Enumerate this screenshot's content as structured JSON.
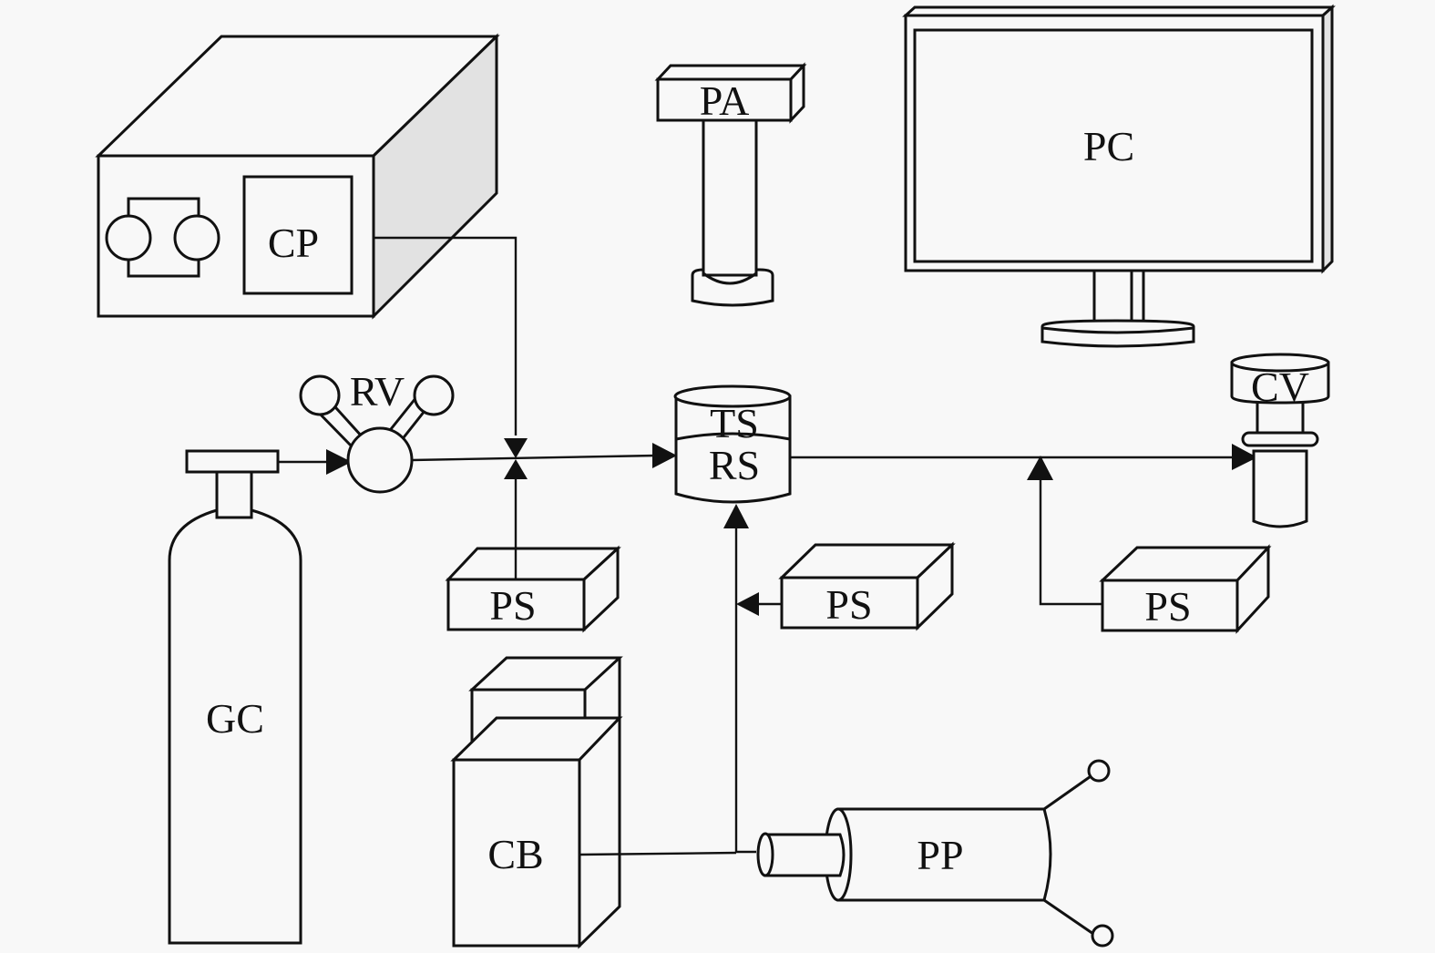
{
  "figure": {
    "type": "experimental-setup-schematic",
    "components": {
      "cp": {
        "label": "CP",
        "kind": "box-device-with-dual-gauge"
      },
      "pa": {
        "label": "PA",
        "kind": "stand"
      },
      "pc": {
        "label": "PC",
        "kind": "monitor"
      },
      "rv": {
        "label": "RV",
        "kind": "regulator-valve"
      },
      "ts": {
        "label": "TS",
        "kind": "cylinder-top"
      },
      "rs": {
        "label": "RS",
        "kind": "cylinder-bottom"
      },
      "cv": {
        "label": "CV",
        "kind": "valve"
      },
      "gc": {
        "label": "GC",
        "kind": "gas-cylinder"
      },
      "ps_left": {
        "label": "PS",
        "kind": "box"
      },
      "ps_middle": {
        "label": "PS",
        "kind": "box"
      },
      "ps_right": {
        "label": "PS",
        "kind": "box"
      },
      "cb": {
        "label": "CB",
        "kind": "tower"
      },
      "pp": {
        "label": "PP",
        "kind": "pump"
      }
    },
    "connections": [
      {
        "from": "GC",
        "to": "RV",
        "arrow": true
      },
      {
        "from": "RV",
        "to": "junction",
        "arrow": false
      },
      {
        "from": "CP",
        "to": "junction",
        "arrow": true
      },
      {
        "from": "PS",
        "to": "junction",
        "arrow": true
      },
      {
        "from": "junction",
        "to": "TS/RS",
        "arrow": true
      },
      {
        "from": "TS/RS",
        "to": "CV",
        "arrow": true
      },
      {
        "from": "PS",
        "to": "TS/RS-CV line",
        "arrow": true
      },
      {
        "from": "PS",
        "to": "PP-RS line",
        "arrow": true
      },
      {
        "from": "CB",
        "to": "PP",
        "arrow": false
      },
      {
        "from": "PP",
        "to": "TS/RS",
        "arrow": true
      }
    ]
  }
}
